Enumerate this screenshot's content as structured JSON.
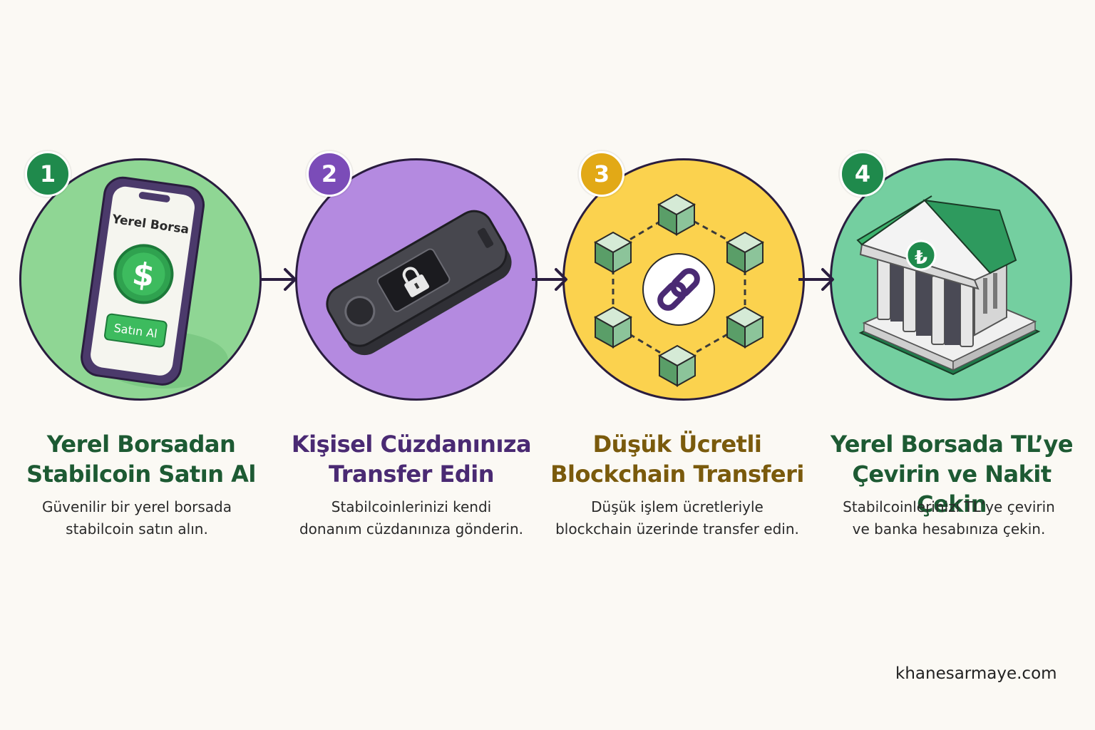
{
  "steps": [
    {
      "number": "1",
      "title_line1": "Yerel Borsadan",
      "title_line2": "Stabilcoin Satın Al",
      "desc_line1": "Güvenilir bir yerel borsada",
      "desc_line2": "stabilcoin satın alın.",
      "circle_color": "#8fd694",
      "badge_color": "#1f8a4c",
      "title_color": "#1d5a33",
      "phone_header": "Yerel Borsa",
      "phone_button": "Satın Al",
      "coin_symbol": "$"
    },
    {
      "number": "2",
      "title_line1": "Kişisel Cüzdanınıza",
      "title_line2": "Transfer Edin",
      "desc_line1": "Stabilcoinlerinizi kendi",
      "desc_line2": "donanım cüzdanınıza gönderin.",
      "circle_color": "#b48ae0",
      "badge_color": "#7b4cb8",
      "title_color": "#4a2a73"
    },
    {
      "number": "3",
      "title_line1": "Düşük Ücretli",
      "title_line2": "Blockchain Transferi",
      "desc_line1": "Düşük işlem ücretleriyle",
      "desc_line2": "blockchain üzerinde transfer edin.",
      "circle_color": "#fbd24e",
      "badge_color": "#e2a916",
      "title_color": "#7a5a0c"
    },
    {
      "number": "4",
      "title_line1": "Yerel Borsada TL’ye",
      "title_line2": "Çevirin ve Nakit Çekin",
      "desc_line1": "Stabilcoinlerinizi TL’ye çevirin",
      "desc_line2": "ve banka hesabınıza çekin.",
      "circle_color": "#74cfa0",
      "badge_color": "#1f8a4c",
      "title_color": "#1d5a33",
      "currency_symbol": "₺"
    }
  ],
  "brand": "khanesarmaye.com"
}
